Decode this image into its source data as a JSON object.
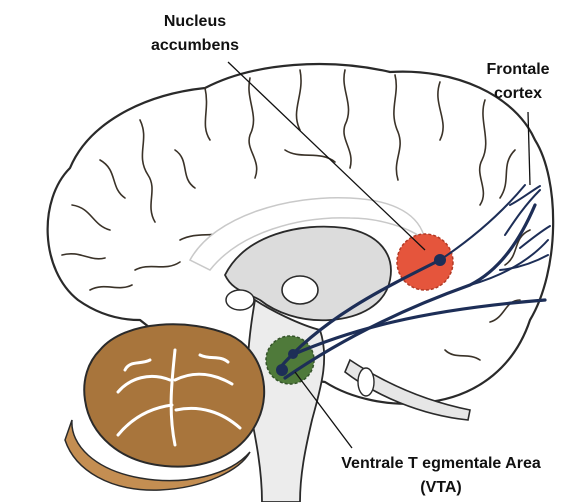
{
  "labels": {
    "nucleus_accumbens": [
      "Nucleus",
      "accumbens"
    ],
    "frontal_cortex": [
      "Frontale",
      "cortex"
    ],
    "vta": [
      "Ventrale T  egmentale Area",
      "(VTA)"
    ]
  },
  "colors": {
    "brain_fill": "#e2c591",
    "brain_outline": "#2a2a2a",
    "cerebellum_fill": "#a8753c",
    "brainstem_fill": "#ececec",
    "nucleus_accumbens": "#e5553c",
    "vta": "#4f7a3a",
    "dopamine_pathway": "#1d2e57"
  },
  "icons": [
    "dopamine-pathway-icon",
    "cerebellum-icon",
    "brainstem-icon"
  ]
}
